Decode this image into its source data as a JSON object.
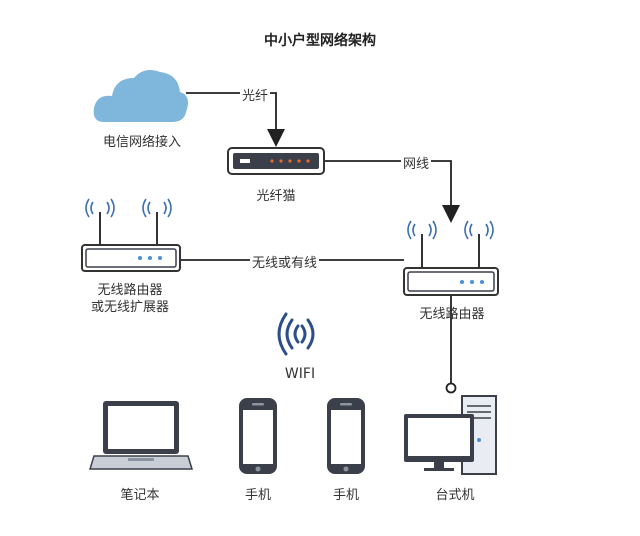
{
  "title": "中小户型网络架构",
  "nodes": {
    "cloud": {
      "label": "电信网络接入",
      "icon": "cloud-icon"
    },
    "modem": {
      "label": "光纤猫",
      "icon": "optical-modem-icon"
    },
    "router_left": {
      "label_line1": "无线路由器",
      "label_line2": "或无线扩展器",
      "icon": "router-icon"
    },
    "router_main": {
      "label": "无线路由器",
      "icon": "router-icon"
    },
    "wifi": {
      "label": "WIFI",
      "icon": "wifi-icon"
    },
    "laptop": {
      "label": "笔记本",
      "icon": "laptop-icon"
    },
    "phone1": {
      "label": "手机",
      "icon": "phone-icon"
    },
    "phone2": {
      "label": "手机",
      "icon": "phone-icon"
    },
    "desktop": {
      "label": "台式机",
      "icon": "desktop-computer-icon"
    }
  },
  "connections": {
    "cloud_to_modem": "光纤",
    "modem_to_router": "网线",
    "router_to_router": "无线或有线"
  },
  "colors": {
    "cloud": "#7fb6dc",
    "device_outline": "#333333",
    "device_fill": "#3a3f4a",
    "antenna": "#3d6fb0",
    "modem_lights": "#e86a2c",
    "router_lights": "#4a90d9",
    "wifi": "#2c4f8c",
    "line": "#222222",
    "screen": "#ffffff",
    "tower": "#e9edf3"
  }
}
